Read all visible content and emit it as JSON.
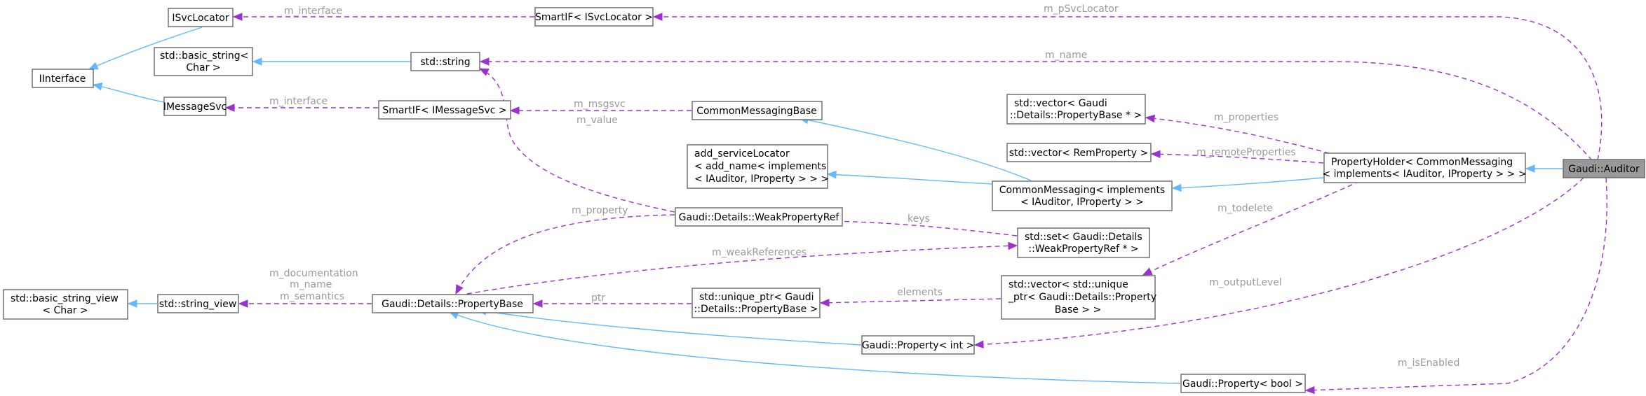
{
  "diagram": {
    "nodes": {
      "isvclocator": "ISvcLocator",
      "iinterface": "IInterface",
      "imessagesvc": "IMessageSvc",
      "basic_string": [
        "std::basic_string<",
        "Char >"
      ],
      "std_string": "std::string",
      "smartif_isvc": "SmartIF< ISvcLocator >",
      "smartif_imsg": "SmartIF< IMessageSvc >",
      "commonmessagingbase": "CommonMessagingBase",
      "add_servicelocator": [
        "add_serviceLocator",
        "< add_name< implements",
        "< IAuditor, IProperty > > >"
      ],
      "commonmessaging": [
        "CommonMessaging< implements",
        "< IAuditor, IProperty > >"
      ],
      "weakpropertyref": "Gaudi::Details::WeakPropertyRef",
      "vector_propertybase": [
        "std::vector< Gaudi",
        "::Details::PropertyBase * >"
      ],
      "vector_remproperty": "std::vector< RemProperty >",
      "propertyholder": [
        "PropertyHolder< CommonMessaging",
        "< implements< IAuditor, IProperty > > >"
      ],
      "auditor": "Gaudi::Auditor",
      "set_weakref": [
        "std::set< Gaudi::Details",
        "::WeakPropertyRef * >"
      ],
      "basic_string_view": [
        "std::basic_string_view",
        "< Char >"
      ],
      "string_view": "std::string_view",
      "propertybase": "Gaudi::Details::PropertyBase",
      "unique_ptr": [
        "std::unique_ptr< Gaudi",
        "::Details::PropertyBase >"
      ],
      "vector_unique": [
        "std::vector< std::unique",
        "_ptr< Gaudi::Details::Property",
        "Base > >"
      ],
      "property_int": "Gaudi::Property< int >",
      "property_bool": "Gaudi::Property< bool >"
    },
    "edge_labels": {
      "m_interface_1": "m_interface",
      "m_psvclocator": "m_pSvcLocator",
      "m_name_1": "m_name",
      "m_interface_2": "m_interface",
      "m_msgsvc": "m_msgsvc",
      "m_value": "m_value",
      "m_properties": "m_properties",
      "m_remoteproperties": "m_remoteProperties",
      "m_property": "m_property",
      "keys": "keys",
      "m_todelete": "m_todelete",
      "m_weakreferences": "m_weakReferences",
      "m_documentation": "m_documentation",
      "m_name_2": "m_name",
      "m_semantics": "m_semantics",
      "ptr": "ptr",
      "elements": "elements",
      "m_outputlevel": "m_outputLevel",
      "m_isenabled": "m_isEnabled"
    },
    "colors": {
      "inheritance": "#63b8ff",
      "usage": "#9a32cd",
      "node_border": "#666666",
      "highlight_fill": "#999999",
      "label": "#9a9a9a"
    }
  }
}
